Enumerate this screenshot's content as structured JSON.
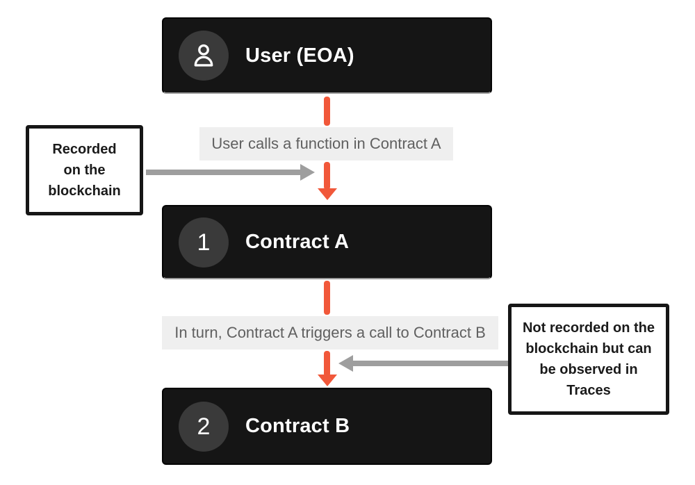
{
  "colors": {
    "accent_orange": "#f1583a",
    "node_background": "#151515",
    "node_badge_background": "#3a3a3a",
    "edge_label_background": "#efefef",
    "edge_label_text": "#606060",
    "arrow_gray": "#9e9e9e",
    "note_border": "#161616"
  },
  "nodes": {
    "user": {
      "title": "User (EOA)",
      "icon": "user-icon"
    },
    "contract_a": {
      "badge": "1",
      "title": "Contract A"
    },
    "contract_b": {
      "badge": "2",
      "title": "Contract B"
    }
  },
  "edges": {
    "user_to_a": {
      "label": "User calls a function in Contract A"
    },
    "a_to_b": {
      "label": "In turn, Contract A triggers a call to Contract B"
    }
  },
  "annotations": {
    "recorded": {
      "text": "Recorded\non the\nblockchain"
    },
    "traces": {
      "text": "Not recorded on the\nblockchain but can\nbe observed in\nTraces"
    }
  }
}
